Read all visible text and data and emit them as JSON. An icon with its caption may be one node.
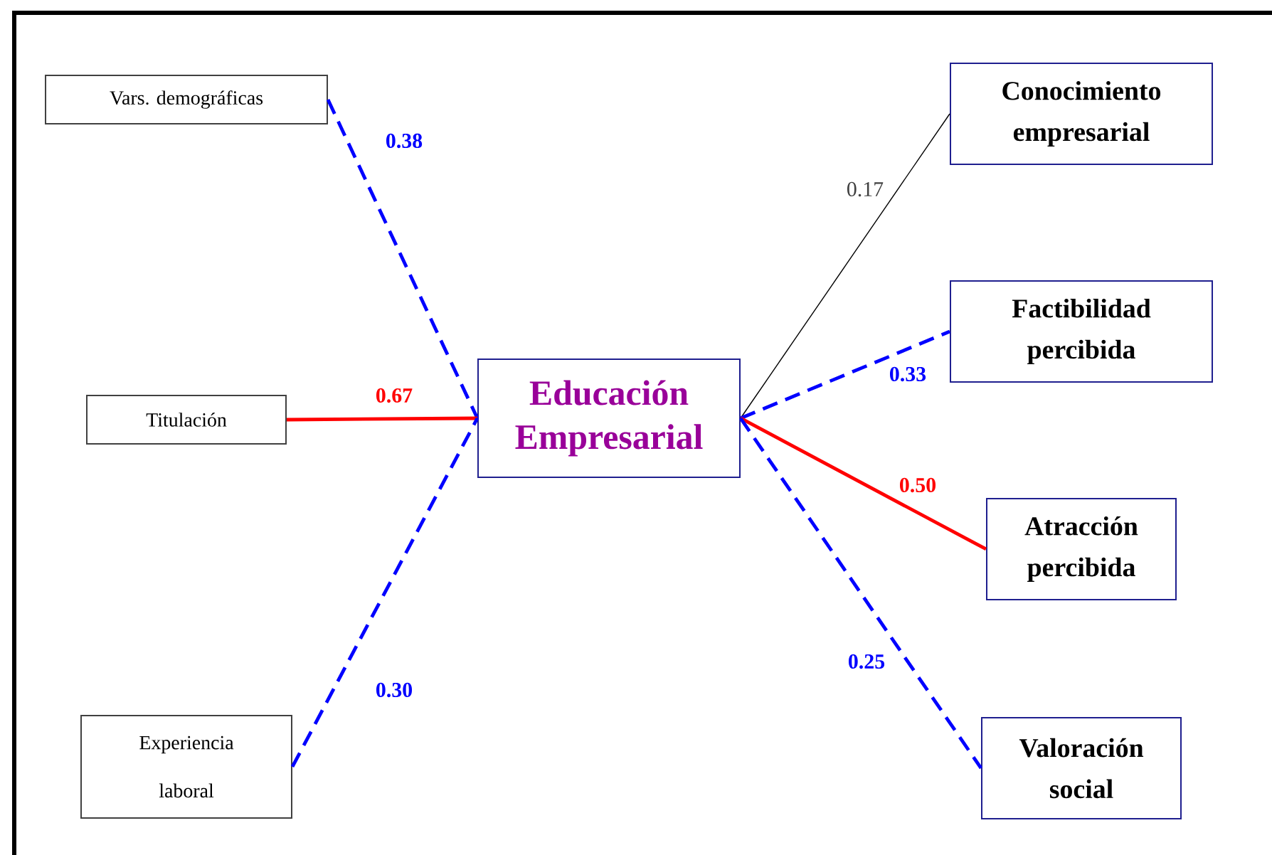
{
  "diagram": {
    "nodes": [
      {
        "text": [
          "Vars. demográficas"
        ]
      },
      {
        "text": [
          "Titulación"
        ]
      },
      {
        "text": [
          "Experiencia laboral"
        ]
      },
      {
        "text": [
          "Educación Empresarial"
        ]
      },
      {
        "text": [
          "Conocimiento empresarial"
        ]
      },
      {
        "text": [
          "Factibilidad percibida"
        ]
      },
      {
        "text": [
          "Atracción percibida"
        ]
      },
      {
        "text": [
          "Valoración social"
        ]
      }
    ],
    "edges": [
      {
        "from": 0,
        "to": 3,
        "arrow": "none",
        "label": "0.38",
        "style": "dashed"
      },
      {
        "from": 1,
        "to": 3,
        "arrow": "none",
        "label": "0.67",
        "color": "#ff0000"
      },
      {
        "from": 2,
        "to": 3,
        "arrow": "none",
        "label": "0.30",
        "style": "dashed"
      },
      {
        "from": 3,
        "to": 4,
        "arrow": "none",
        "label": "0.17",
        "color": "#000000"
      },
      {
        "from": 3,
        "to": 5,
        "arrow": "none",
        "label": "0.33",
        "style": "dashed"
      },
      {
        "from": 3,
        "to": 6,
        "arrow": "none",
        "label": "0.50",
        "color": "#ff0000"
      },
      {
        "from": 3,
        "to": 7,
        "arrow": "none",
        "label": "0.25",
        "style": "dashed"
      }
    ]
  }
}
